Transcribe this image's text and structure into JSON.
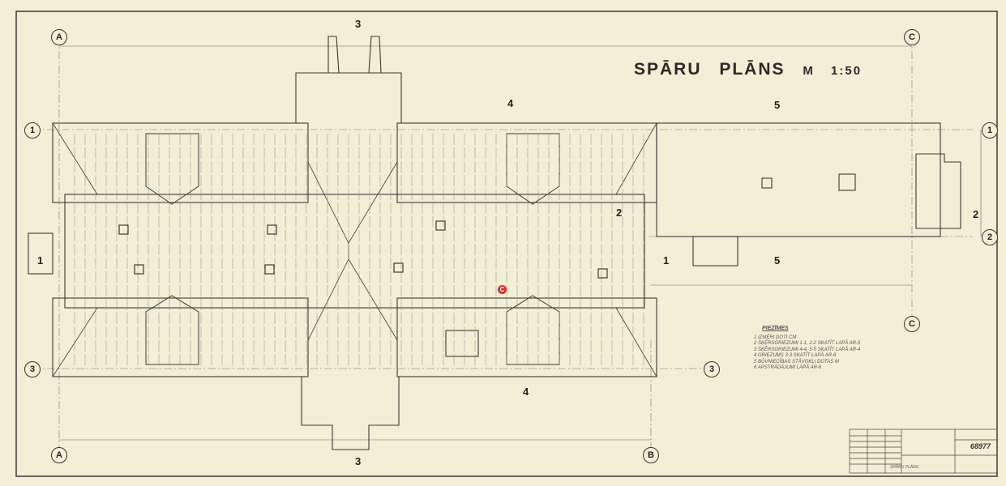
{
  "title": {
    "main": "SPĀRU PLĀNS",
    "scale": "M 1:50"
  },
  "grid_axes": {
    "A_top": "A",
    "A_bottom": "A",
    "C_top": "C",
    "C_mid": "C",
    "C_right": "C",
    "B": "B",
    "row1_left": "1",
    "row1_right": "1",
    "row2_right": "2",
    "row3_left": "3",
    "row3_mid": "3"
  },
  "section_marks": {
    "s3_top": "3",
    "s3_bottom": "3",
    "s4_top": "4",
    "s4_bottom": "4",
    "s5_top": "5",
    "s5_bottom": "5",
    "s1_left": "1",
    "s1_right": "1",
    "s2_left": "2",
    "s2_right": "2"
  },
  "marker_red": "C",
  "notes": {
    "heading": "PIEZĪMES",
    "items": [
      "1  IZMĒRI DOTI CM",
      "2  ŠĶĒRSGRIEZUMI 1-1, 2-2 SKATĪT LAPĀ AR-5",
      "3  ŠĶĒRSGRIEZUMI 4-4, 5-5 SKATĪT LAPĀ AR-4",
      "4  GRIEZUMS 3-3 SKATĪT LAPĀ AR-6",
      "5  BŪVNIECĪBAS STĀVOKĻI DOTAS M",
      "6  APSTRĀDĀJUMI LAPĀ AR-6"
    ]
  },
  "title_block": {
    "drawing_number": "68977",
    "sheet_name": "SPĀRU PLĀNS"
  },
  "colors": {
    "paper": "#f3efd6",
    "ink": "#2a2a28",
    "red_marker": "#d3302a"
  }
}
